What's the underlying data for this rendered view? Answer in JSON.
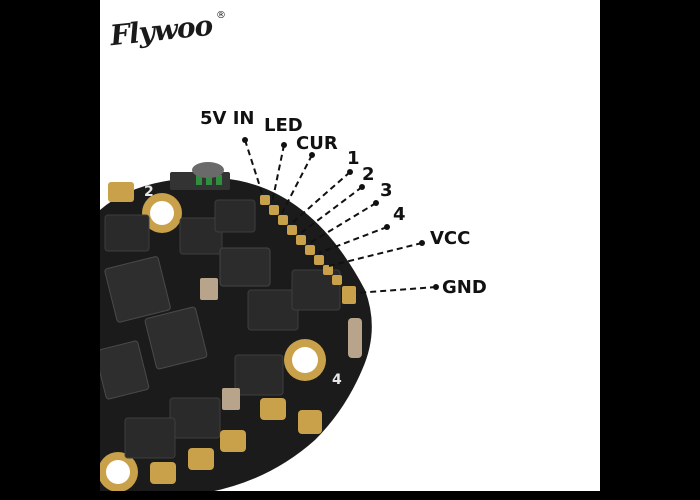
{
  "brand": {
    "name": "Flywoo",
    "registered_mark": "®"
  },
  "pins": [
    {
      "id": "5v-in",
      "label": "5V IN"
    },
    {
      "id": "led",
      "label": "LED"
    },
    {
      "id": "cur",
      "label": "CUR"
    },
    {
      "id": "motor-1",
      "label": "1"
    },
    {
      "id": "motor-2",
      "label": "2"
    },
    {
      "id": "motor-3",
      "label": "3"
    },
    {
      "id": "motor-4",
      "label": "4"
    },
    {
      "id": "vcc",
      "label": "VCC"
    },
    {
      "id": "gnd",
      "label": "GND"
    }
  ],
  "board": {
    "corner_label": "2",
    "mount_label": "4"
  },
  "colors": {
    "pcb": "#1b1b1b",
    "gold": "#c9a14a",
    "background": "#ffffff"
  }
}
